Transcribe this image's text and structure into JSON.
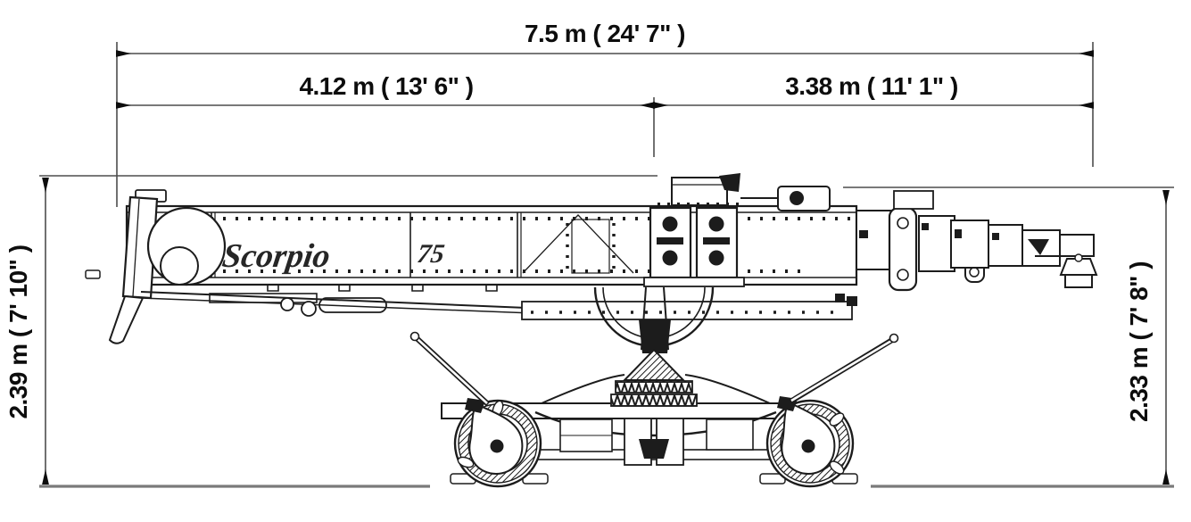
{
  "drawing": {
    "description": "Technical side-elevation dimension drawing of a telescopic camera crane on a wheeled dolly",
    "logo_name": "Scorpio",
    "logo_number": "75",
    "dimensions": {
      "total_length": "7.5 m ( 24' 7\" )",
      "rear_span": "4.12 m ( 13' 6\" )",
      "front_span": "3.38 m ( 11' 1\" )",
      "left_height": "2.39 m ( 7' 10\" )",
      "right_height": "2.33 m ( 7' 8\" )"
    },
    "colors": {
      "background": "#ffffff",
      "drawing_line": "#1c1c1c",
      "dimension_line": "#4d4d4d",
      "ground_line": "#7a7a7a",
      "text": "#0d0d0d"
    }
  }
}
